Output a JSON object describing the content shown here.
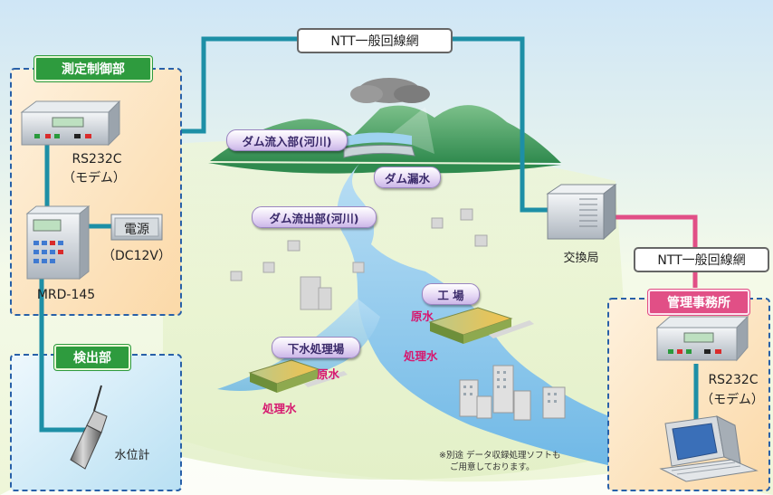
{
  "network": {
    "top_label": "NTT一般回線網",
    "right_label": "NTT一般回線網",
    "exchange_label": "交換局"
  },
  "measurement_control": {
    "title": "測定制御部",
    "modem_label_line1": "RS232C",
    "modem_label_line2": "（モデム）",
    "power_label": "電源",
    "power_spec": "（DC12V）",
    "controller_label": "MRD-145"
  },
  "detection": {
    "title": "検出部",
    "sensor_label": "水位計"
  },
  "management_office": {
    "title": "管理事務所",
    "modem_label_line1": "RS232C",
    "modem_label_line2": "（モデム）"
  },
  "measurement_points": {
    "dam_inflow": "ダム流入部(河川)",
    "dam_leak": "ダム漏水",
    "dam_outflow": "ダム流出部(河川)",
    "factory": "工 場",
    "sewage": "下水処理場"
  },
  "water_types": {
    "factory_raw": "原水",
    "factory_treated": "処理水",
    "sewage_raw": "原水",
    "sewage_treated": "処理水"
  },
  "note": {
    "line1": "※別途 データ収録処理ソフトも",
    "line2": "ご用意しております。"
  },
  "colors": {
    "cable_teal": "#1d8fa6",
    "cable_pink": "#e14f86",
    "section_green": "#2e9b3e",
    "section_pink": "#e14f86",
    "dashed_border": "#2860a8",
    "measure_bg": "#fde6c6",
    "detect_bg": "#d6eef8",
    "office_bg": "#fde6c6",
    "river": "#8ec8ec",
    "mountain": "#3f9a5a"
  }
}
